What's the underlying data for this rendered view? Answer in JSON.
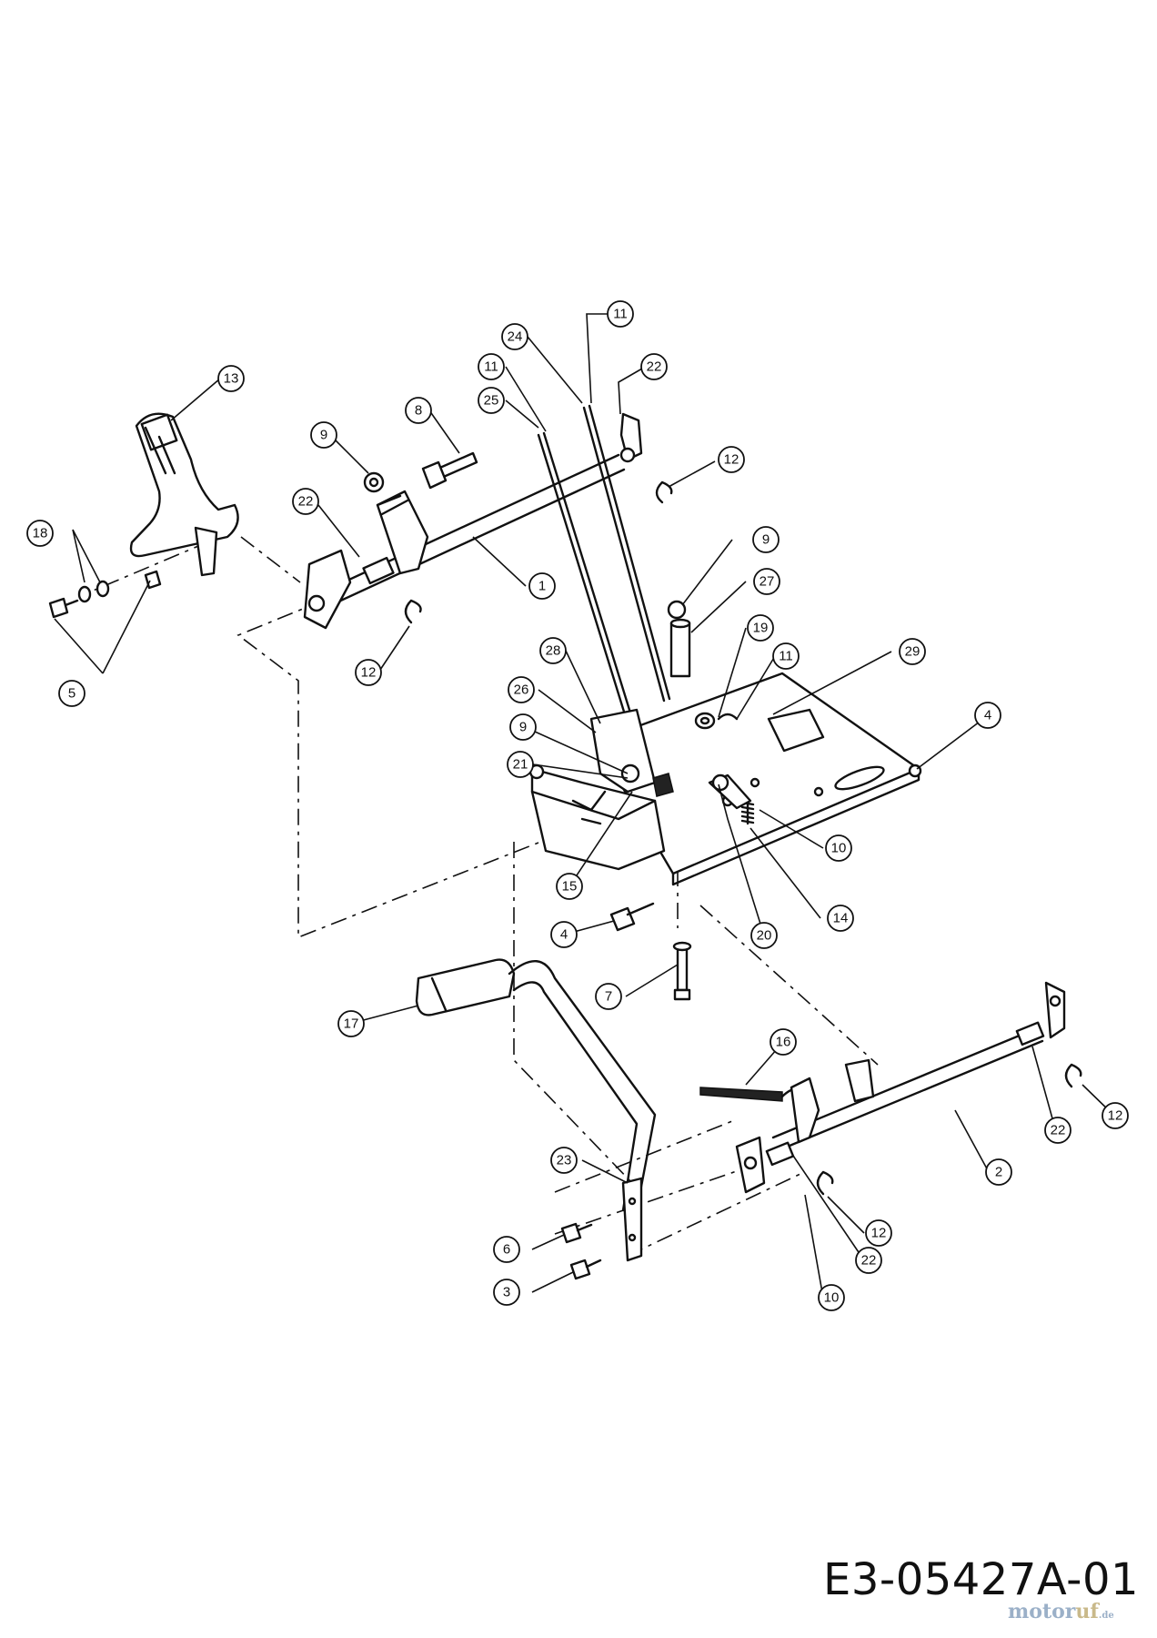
{
  "drawing_code": "E3-05427A-01",
  "watermark": {
    "name_part1": "motor",
    "name_part2": "uf",
    "tld": ".de"
  },
  "callouts": [
    {
      "id": "c13",
      "label": "13"
    },
    {
      "id": "c18",
      "label": "18"
    },
    {
      "id": "c5",
      "label": "5"
    },
    {
      "id": "c9a",
      "label": "9"
    },
    {
      "id": "c8",
      "label": "8"
    },
    {
      "id": "c22a",
      "label": "22"
    },
    {
      "id": "c12a",
      "label": "12"
    },
    {
      "id": "c1",
      "label": "1"
    },
    {
      "id": "c25",
      "label": "25"
    },
    {
      "id": "c11a",
      "label": "11"
    },
    {
      "id": "c24",
      "label": "24"
    },
    {
      "id": "c11b",
      "label": "11"
    },
    {
      "id": "c22b",
      "label": "22"
    },
    {
      "id": "c12b",
      "label": "12"
    },
    {
      "id": "c9b",
      "label": "9"
    },
    {
      "id": "c27",
      "label": "27"
    },
    {
      "id": "c19",
      "label": "19"
    },
    {
      "id": "c11c",
      "label": "11"
    },
    {
      "id": "c29",
      "label": "29"
    },
    {
      "id": "c28",
      "label": "28"
    },
    {
      "id": "c26",
      "label": "26"
    },
    {
      "id": "c9c",
      "label": "9"
    },
    {
      "id": "c21",
      "label": "21"
    },
    {
      "id": "c4a",
      "label": "4"
    },
    {
      "id": "c10a",
      "label": "10"
    },
    {
      "id": "c15",
      "label": "15"
    },
    {
      "id": "c14",
      "label": "14"
    },
    {
      "id": "c4b",
      "label": "4"
    },
    {
      "id": "c20",
      "label": "20"
    },
    {
      "id": "c7",
      "label": "7"
    },
    {
      "id": "c17",
      "label": "17"
    },
    {
      "id": "c16",
      "label": "16"
    },
    {
      "id": "c12c",
      "label": "12"
    },
    {
      "id": "c22c",
      "label": "22"
    },
    {
      "id": "c2",
      "label": "2"
    },
    {
      "id": "c23",
      "label": "23"
    },
    {
      "id": "c12d",
      "label": "12"
    },
    {
      "id": "c6",
      "label": "6"
    },
    {
      "id": "c22d",
      "label": "22"
    },
    {
      "id": "c3",
      "label": "3"
    },
    {
      "id": "c10b",
      "label": "10"
    }
  ]
}
